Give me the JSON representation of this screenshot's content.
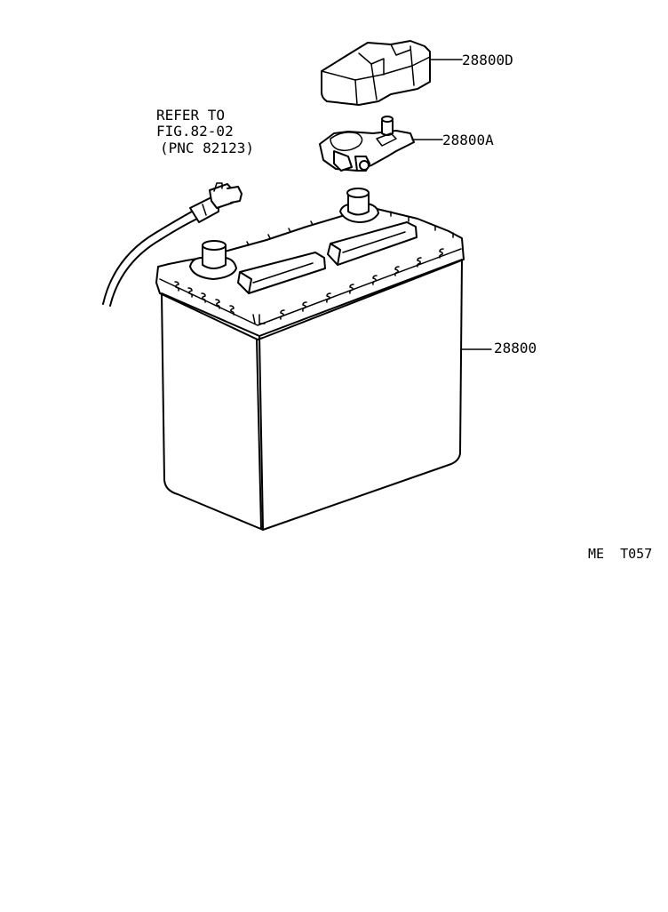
{
  "callouts": {
    "cover": "28800D",
    "clamp": "28800A",
    "battery": "28800"
  },
  "reference_note": {
    "line1": "REFER TO",
    "line2": "FIG.82-02",
    "line3": "(PNC 82123)"
  },
  "figure_code": "ME  T057"
}
